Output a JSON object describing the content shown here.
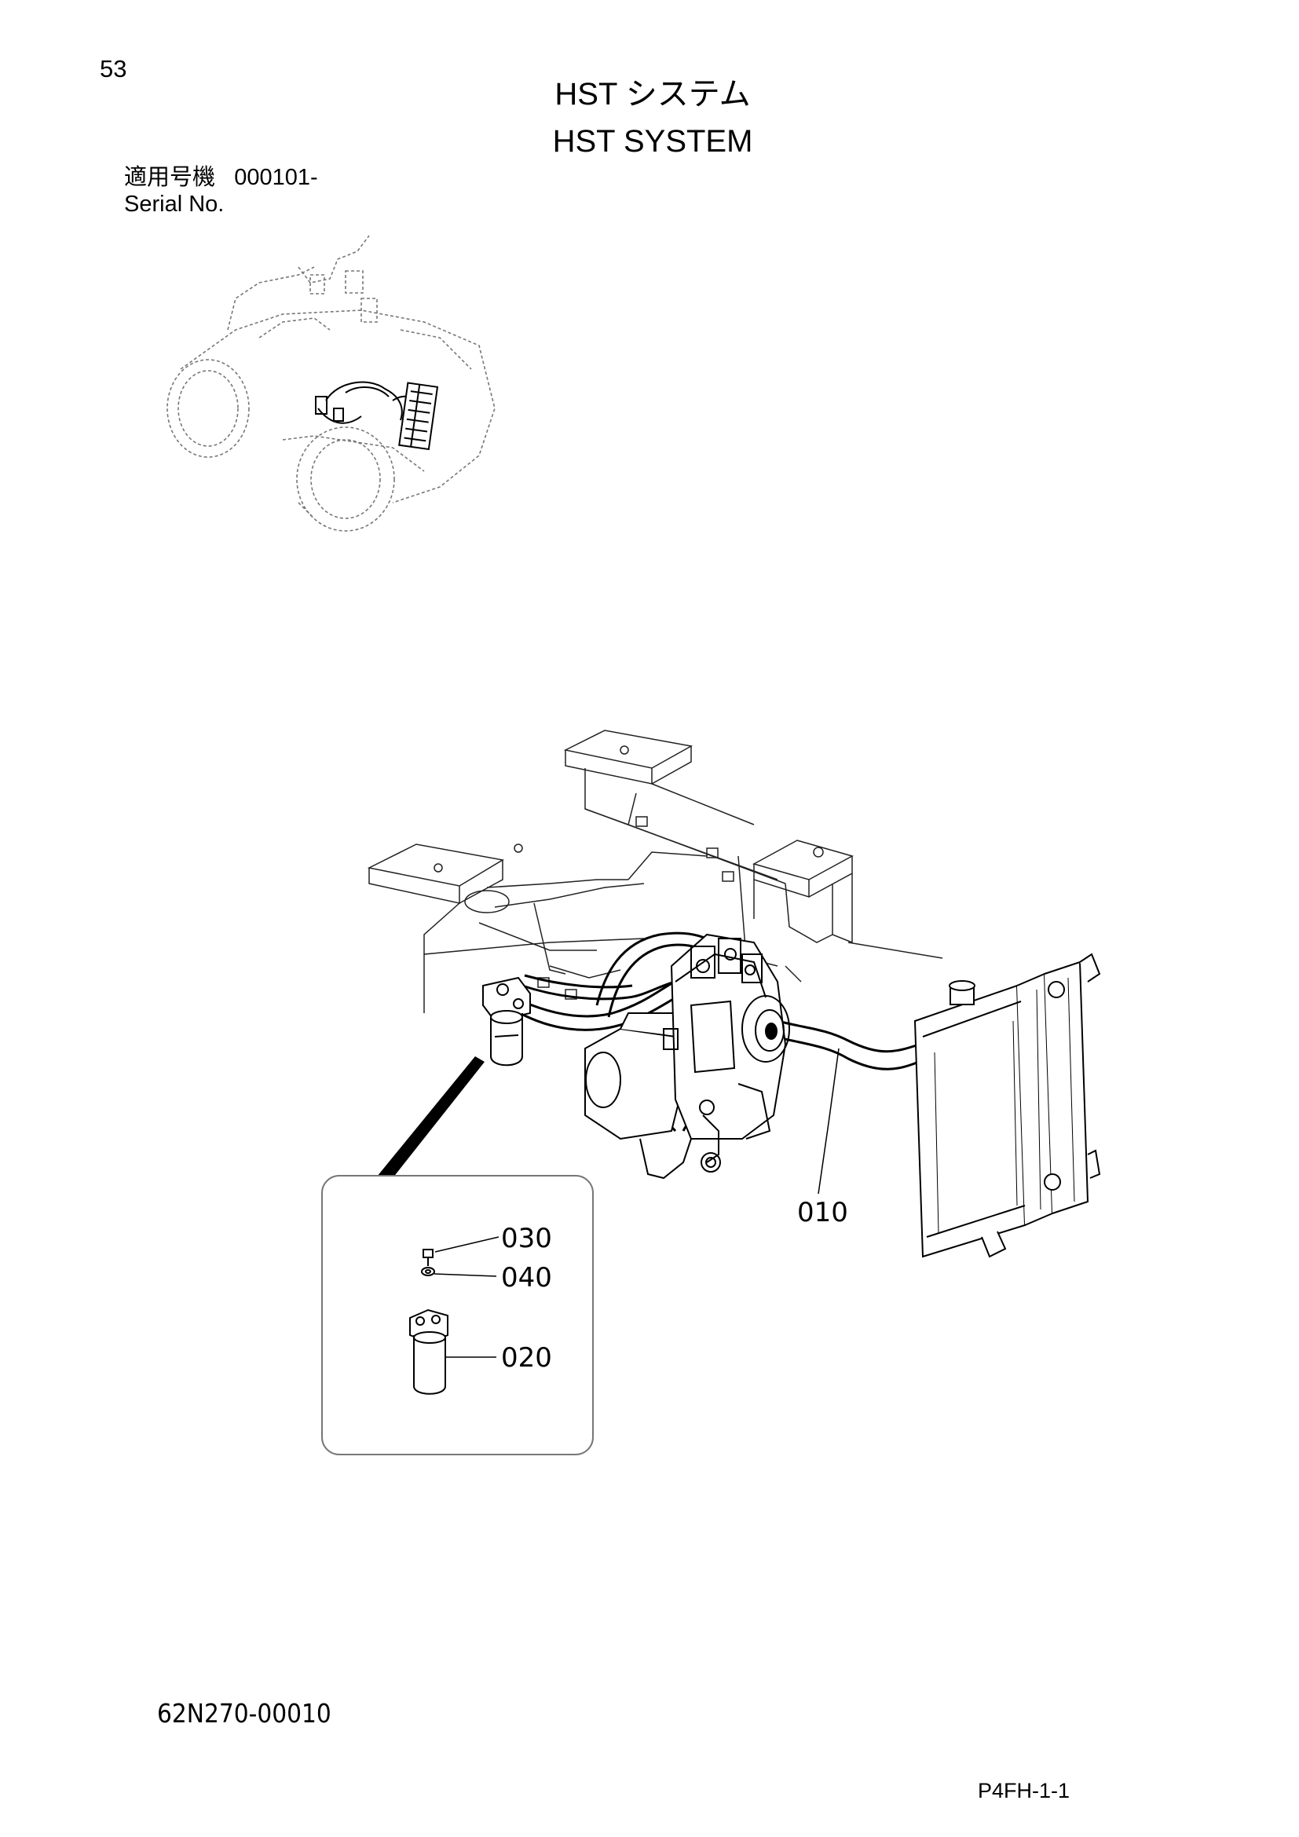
{
  "page_number": "53",
  "title": {
    "japanese": "HST システム",
    "english": "HST SYSTEM"
  },
  "serial": {
    "label_jp": "適用号機",
    "number": "000101-",
    "label_en": "Serial No."
  },
  "callouts": {
    "hose": "010",
    "filter": "020",
    "bolt": "030",
    "washer": "040"
  },
  "document_code": "62N270-00010",
  "page_code": "P4FH-1-1"
}
